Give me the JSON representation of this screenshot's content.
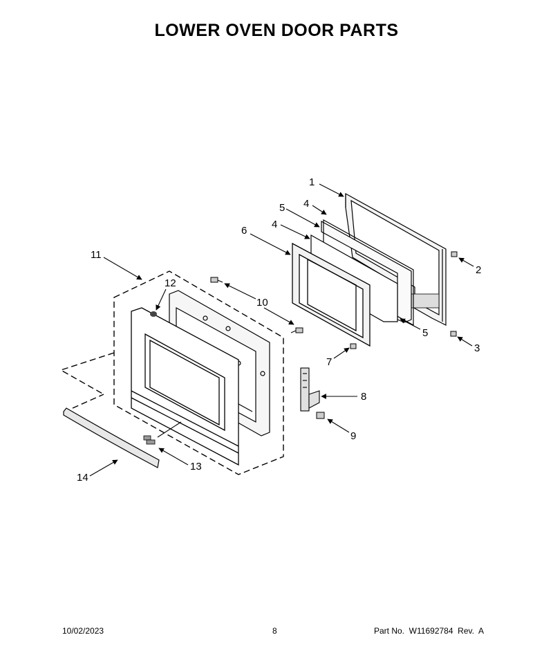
{
  "title": "LOWER OVEN DOOR PARTS",
  "callouts": [
    "1",
    "2",
    "3",
    "4",
    "4",
    "5",
    "5",
    "6",
    "7",
    "8",
    "9",
    "10",
    "11",
    "12",
    "13",
    "14"
  ],
  "footer": {
    "date": "10/02/2023",
    "page": "8",
    "part_no": "Part No.  W11692784  Rev.  A"
  }
}
